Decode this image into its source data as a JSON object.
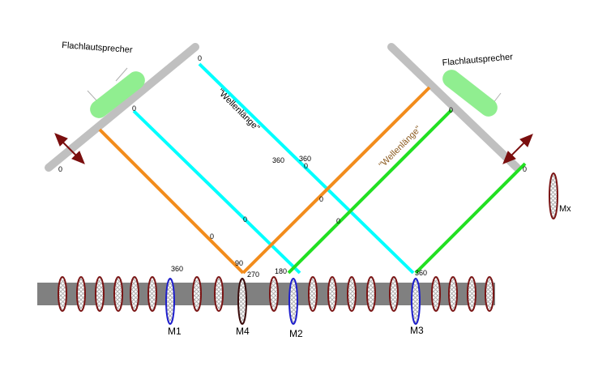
{
  "colors": {
    "mirror": "#c0c0c0",
    "speaker": "#90ee90",
    "arrow": "#7a0e0e",
    "ray_cyan": "#00ffff",
    "ray_orange": "#f28c1c",
    "ray_green": "#22e022",
    "label_wave_left": "#000000",
    "label_wave_right": "#8b5a1e",
    "rod": "#808080",
    "ring": "#7a1414",
    "ring_highlight": "#1e1ecc"
  },
  "labels": {
    "speaker_left": "Flachlautsprecher",
    "speaker_right": "Flachlautsprecher",
    "wave_left": "\"Wellenlänge\"",
    "wave_right": "\"Wellenlänge\"",
    "mx": "Mx"
  },
  "phases": {
    "left_mirror_top": "0",
    "left_mirror_mid": "0",
    "left_mirror_bottom": "0",
    "cyan_mid_a": "360",
    "cyan_mid_b": "360",
    "cyan_mid_c": "0",
    "orange_cross": "0",
    "green_cross": "0",
    "cyan_low": "0",
    "orange_low": "0",
    "right_mirror_top": "0",
    "right_mirror_bottom": "0",
    "bottom_360_left": "360",
    "bottom_90": "90",
    "bottom_270": "270",
    "bottom_180": "180",
    "bottom_360_right": "360"
  },
  "microphones": {
    "m1": "M1",
    "m4": "M4",
    "m2": "M2",
    "m3": "M3"
  }
}
